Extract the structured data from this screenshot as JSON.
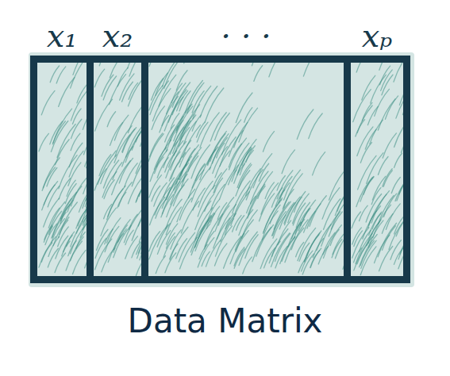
{
  "diagram": {
    "title": "Data Matrix",
    "nodes": [
      {
        "text": [
          "x₁"
        ]
      },
      {
        "text": [
          "x₂"
        ]
      },
      {
        "text": [
          "· · ·"
        ]
      },
      {
        "text": [
          "xₚ"
        ]
      }
    ]
  }
}
